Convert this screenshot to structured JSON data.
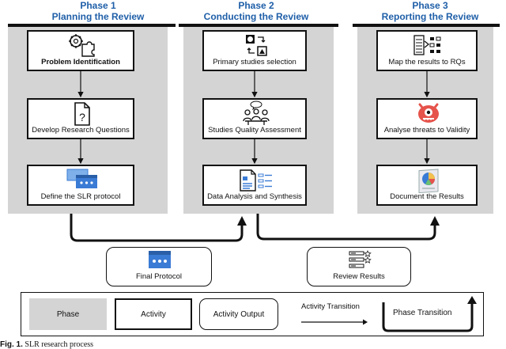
{
  "phases": [
    {
      "label": "Phase 1",
      "title": "Planning the Review"
    },
    {
      "label": "Phase 2",
      "title": "Conducting the Review"
    },
    {
      "label": "Phase 3",
      "title": "Reporting the Review"
    }
  ],
  "activities": {
    "problem_identification": "Problem Identification",
    "develop_research_questions": "Develop Research Questions",
    "define_slr_protocol": "Define the SLR protocol",
    "primary_studies_selection": "Primary studies selection",
    "studies_quality_assessment": "Studies Quality Assessment",
    "data_analysis_synthesis": "Data Analysis and Synthesis",
    "map_results_rqs": "Map the results to RQs",
    "analyse_threats": "Analyse threats to Validity",
    "document_results": "Document the Results"
  },
  "outputs": {
    "final_protocol": "Final Protocol",
    "review_results": "Review Results"
  },
  "legend": {
    "phase": "Phase",
    "activity": "Activity",
    "activity_output": "Activity Output",
    "activity_transition": "Activity Transition",
    "phase_transition": "Phase Transition"
  },
  "caption": {
    "prefix": "Fig. 1.",
    "text": "SLR research process"
  },
  "colors": {
    "phase_title": "#1f5fa8",
    "phase_background": "#d4d4d4",
    "icon_blue": "#3a7bd5",
    "icon_red": "#e5534b"
  }
}
